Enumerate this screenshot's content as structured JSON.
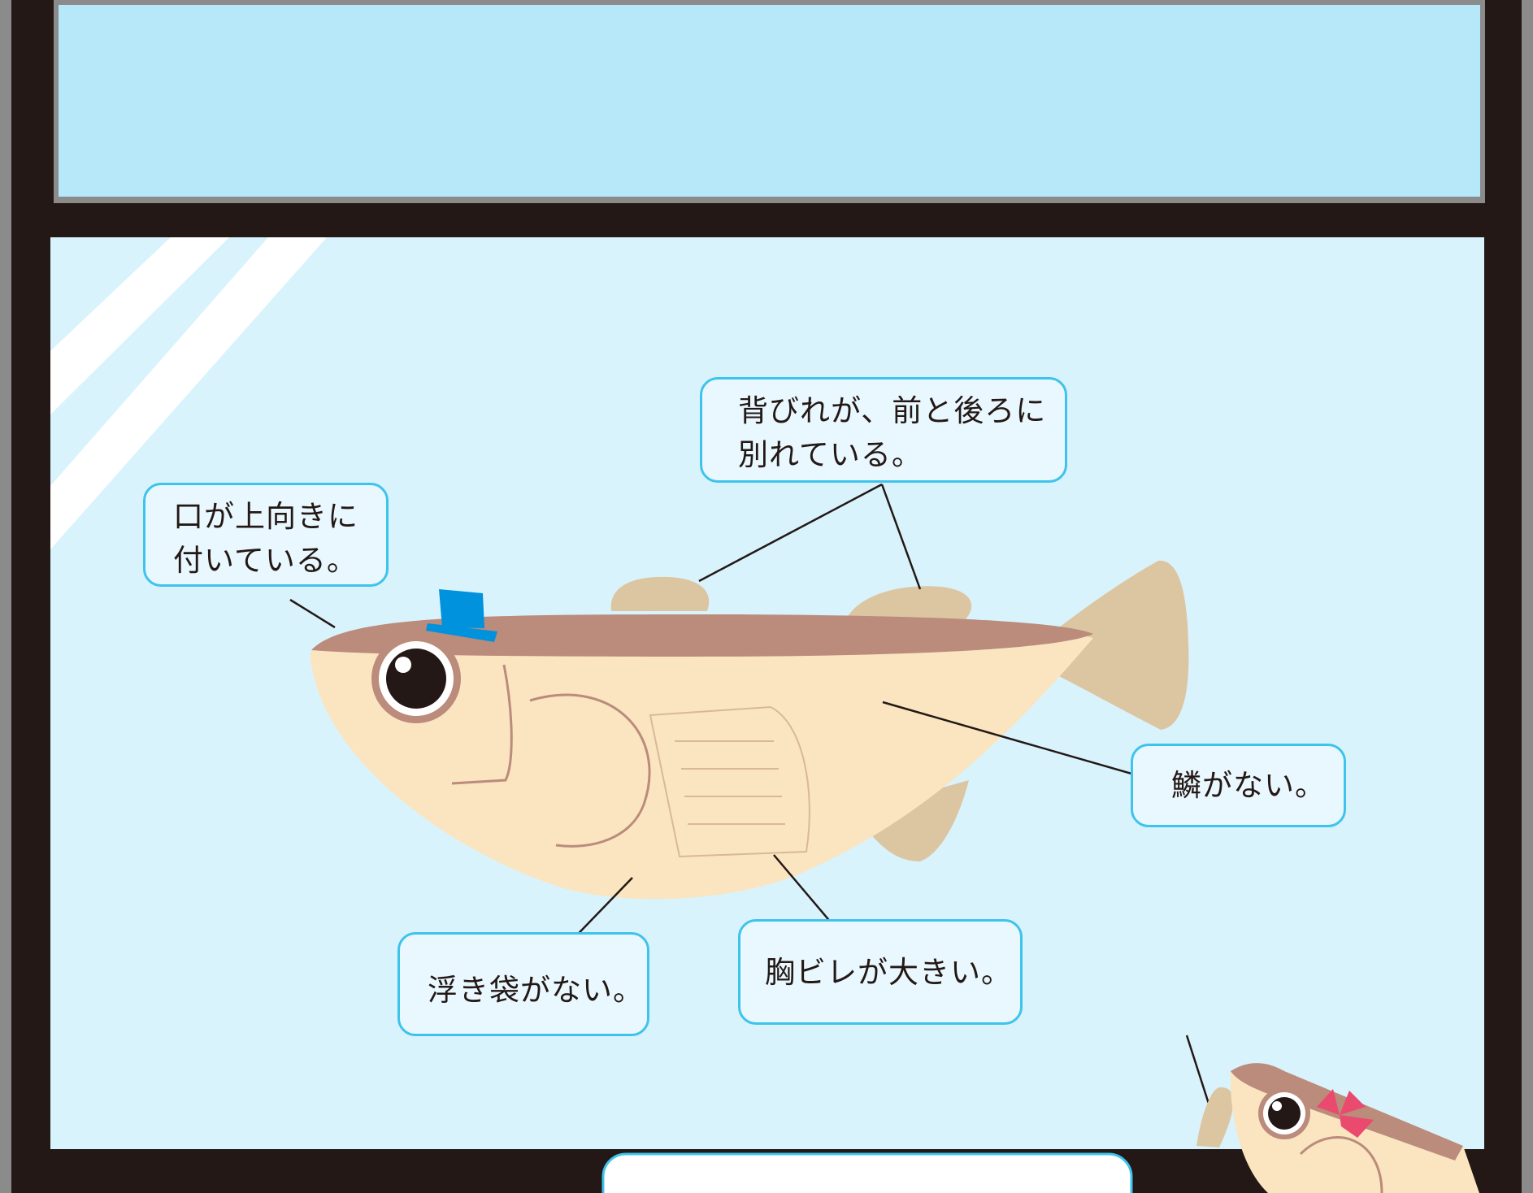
{
  "colors": {
    "frame": "#231815",
    "water_top": "#b6e8f9",
    "water_main": "#d9f3fd",
    "fish_body": "#fae5c0",
    "fish_stripe": "#bb8b7c",
    "fish_fin": "#dcc6a2",
    "hat": "#0092dc",
    "bow": "#ea4a6e",
    "label_border": "#3ec3ec"
  },
  "labels": {
    "mouth": {
      "line1": "口が上向きに",
      "line2": "付いている。"
    },
    "dorsal_fin": {
      "line1": "背びれが、前と後ろに",
      "line2": "別れている。"
    },
    "scales": {
      "text": "鱗がない。"
    },
    "swim_bladder": {
      "text": "浮き袋がない。"
    },
    "pectoral_fin": {
      "text": "胸ビレが大きい。"
    }
  },
  "icons": {
    "hat": "top-hat-icon",
    "bow": "ribbon-bow-icon"
  }
}
